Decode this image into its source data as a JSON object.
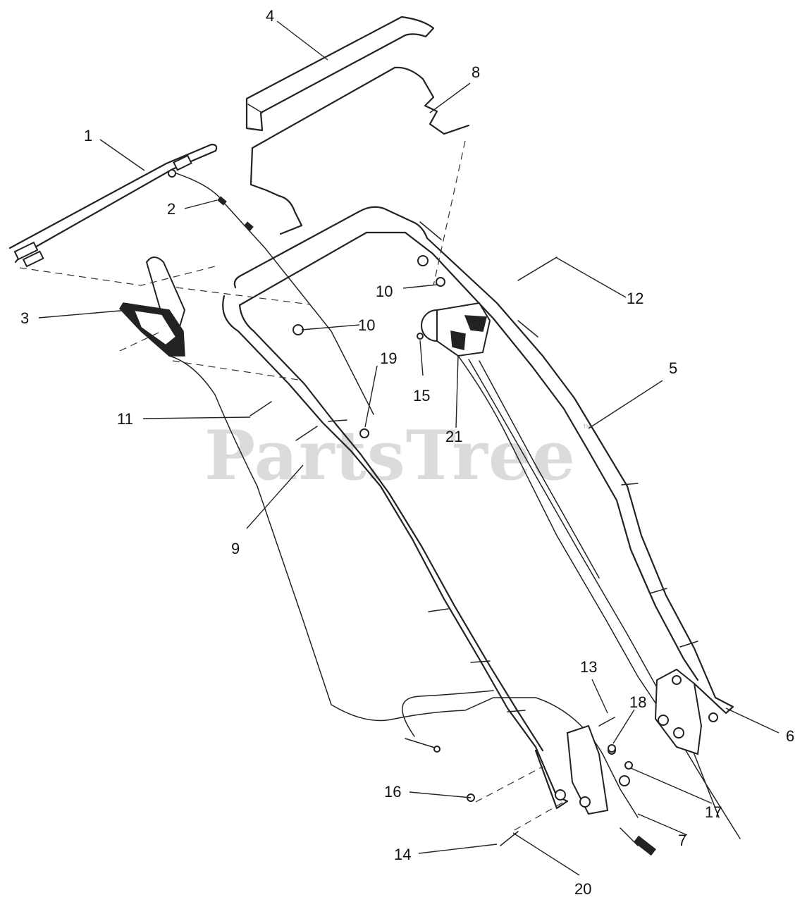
{
  "watermark": {
    "text": "PartsTree",
    "trademark": "™"
  },
  "callouts": [
    "1",
    "2",
    "3",
    "4",
    "5",
    "6",
    "7",
    "8",
    "9",
    "10",
    "10",
    "11",
    "12",
    "13",
    "14",
    "15",
    "16",
    "17",
    "18",
    "19",
    "20",
    "21"
  ]
}
